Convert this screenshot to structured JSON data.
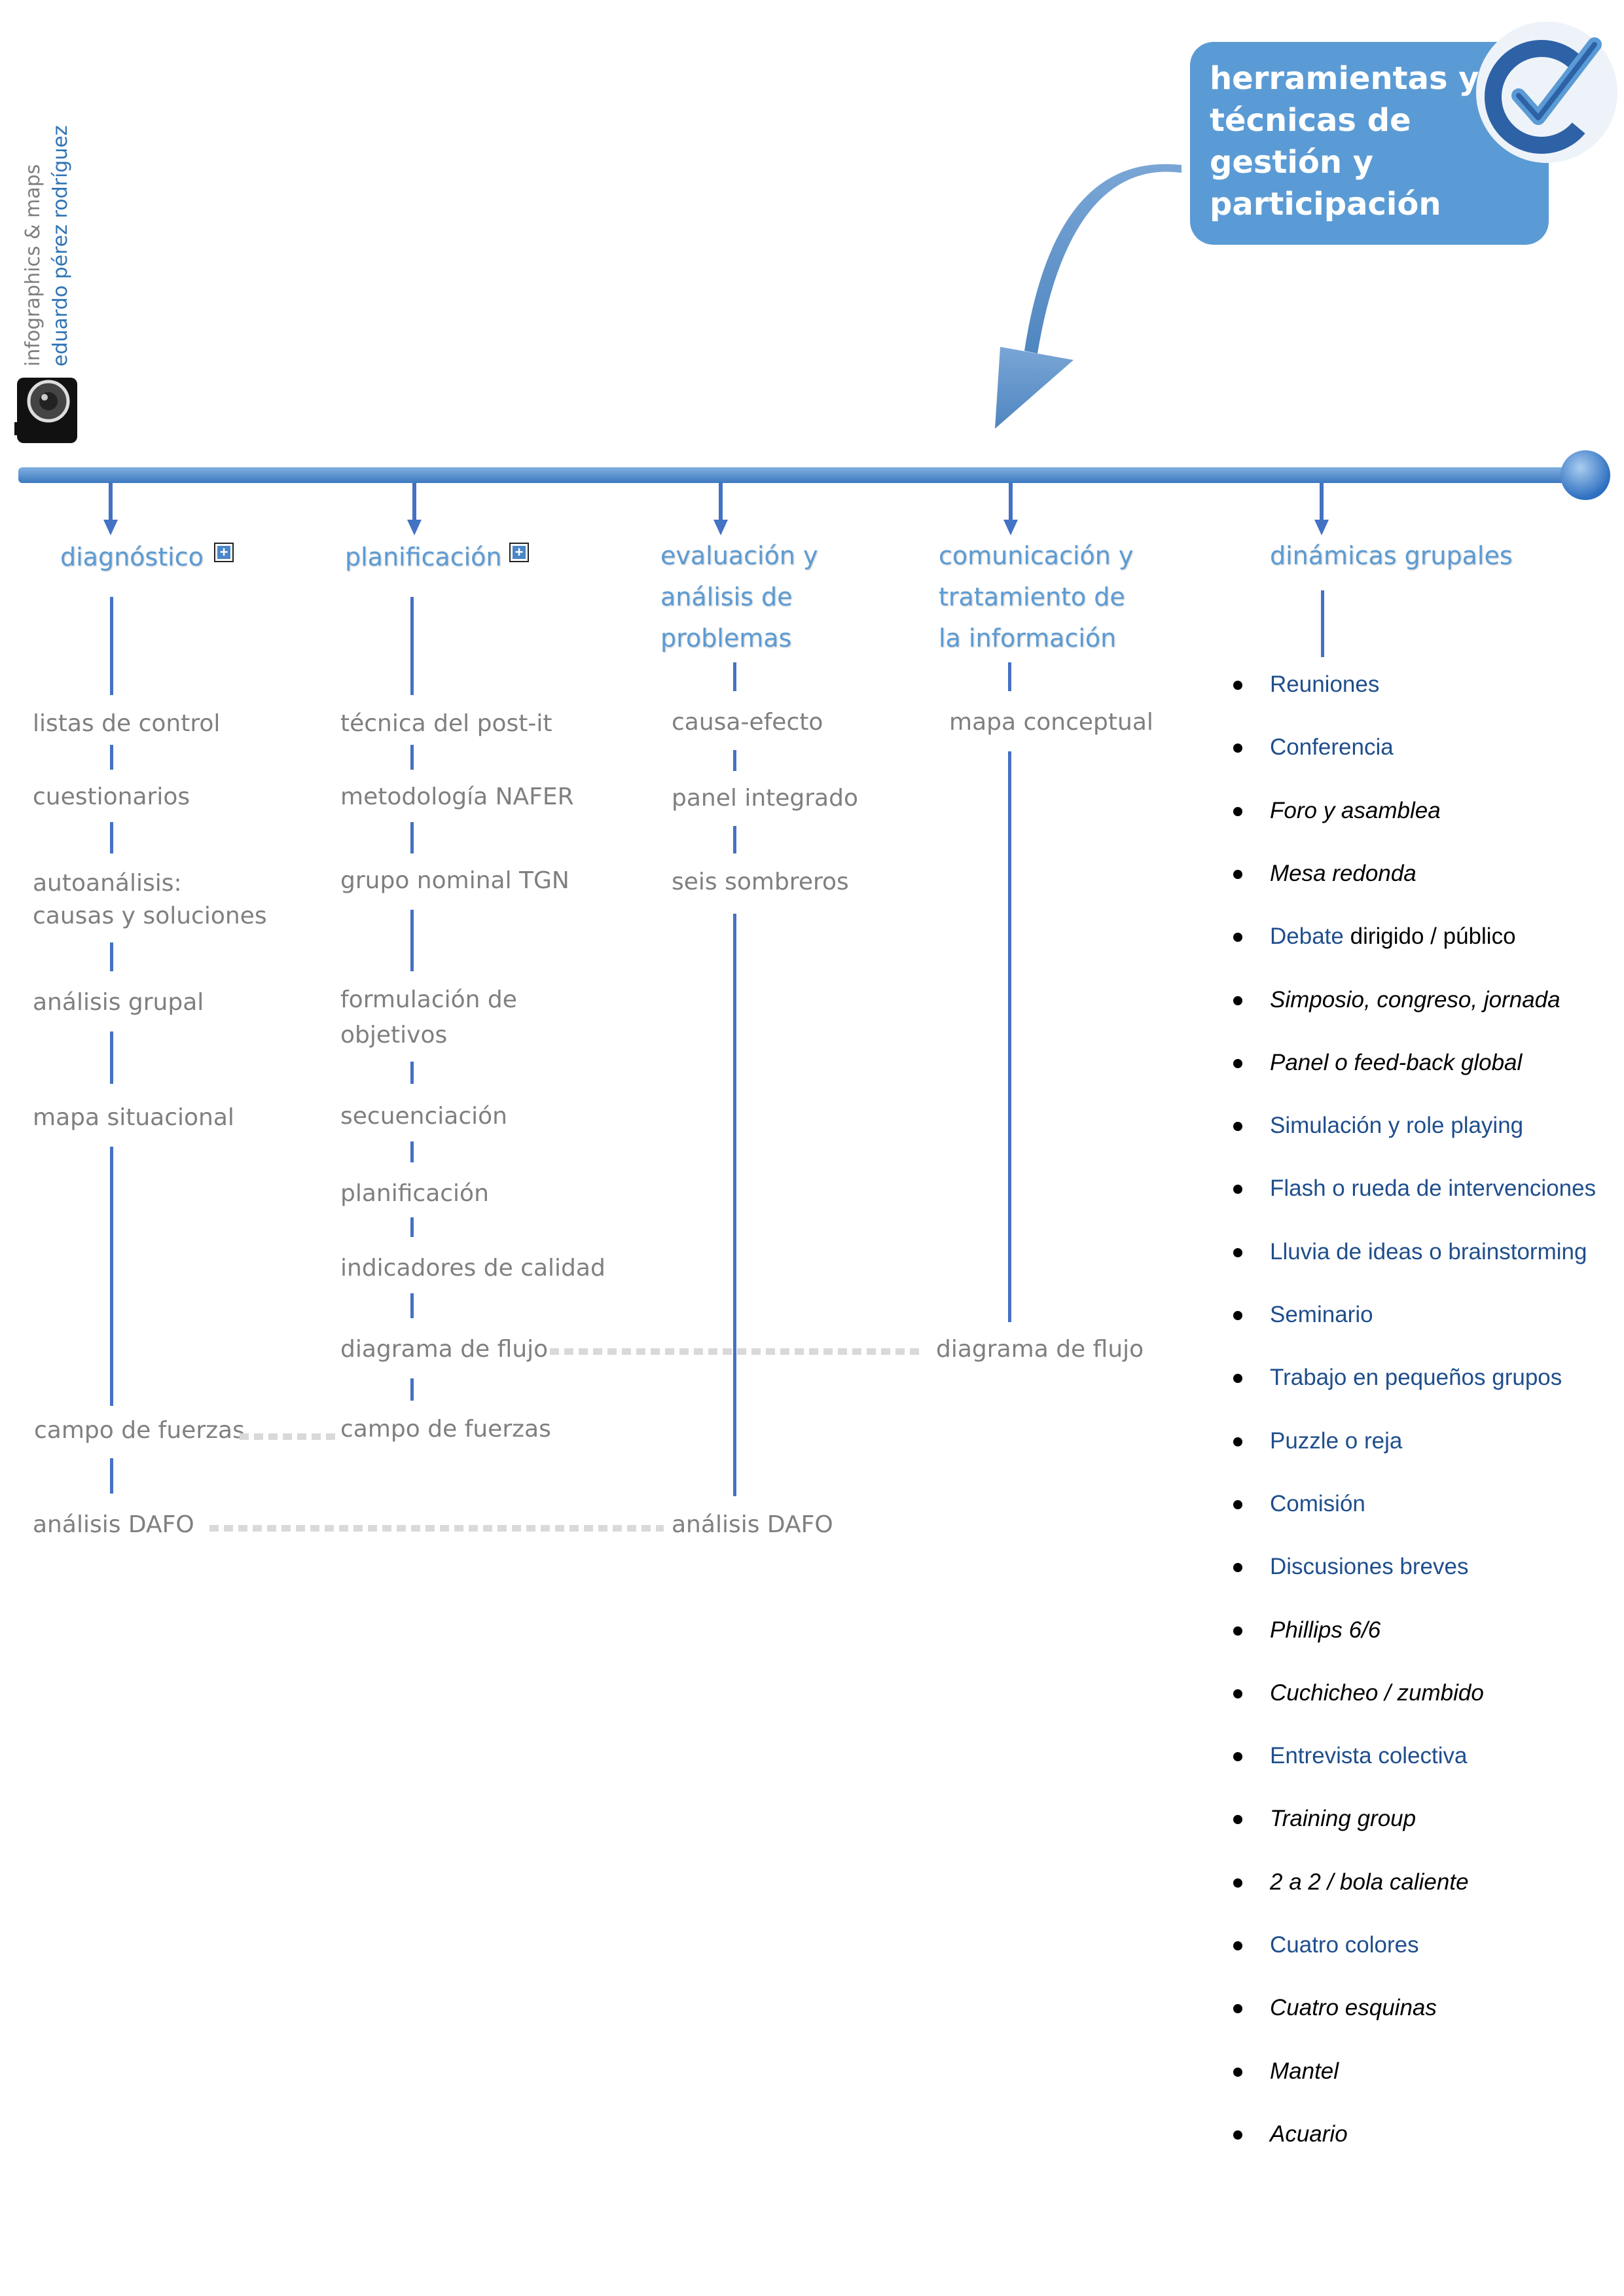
{
  "title_box": {
    "text_lines": [
      "herramientas y",
      "técnicas de",
      "gestión y",
      "participación"
    ]
  },
  "credits": {
    "line1": "infographics & maps",
    "line2": "eduardo pérez rodríguez"
  },
  "columns": {
    "diagnostico": {
      "heading": "diagnóstico",
      "items": [
        "listas de control",
        "cuestionarios",
        "autoanálisis:",
        "causas y soluciones",
        "análisis grupal",
        "mapa situacional",
        "campo de fuerzas",
        "análisis DAFO"
      ]
    },
    "planificacion": {
      "heading": "planificación",
      "items": [
        "técnica del post-it",
        "metodología NAFER",
        "grupo nominal TGN",
        "formulación de",
        "objetivos",
        "secuenciación",
        "planificación",
        "indicadores de calidad",
        "diagrama de flujo",
        "campo de fuerzas"
      ]
    },
    "evaluacion": {
      "heading_lines": [
        "evaluación y",
        "análisis de",
        "problemas"
      ],
      "items": [
        "causa-efecto",
        "panel integrado",
        "seis sombreros",
        "análisis DAFO"
      ]
    },
    "comunicacion": {
      "heading_lines": [
        "comunicación y",
        "tratamiento de",
        "la información"
      ],
      "items": [
        "mapa conceptual",
        "diagrama de flujo"
      ]
    },
    "dinamicas": {
      "heading": "dinámicas grupales",
      "items": [
        {
          "text": "Reuniones",
          "rest": ""
        },
        {
          "text": "Conferencia",
          "rest": ""
        },
        {
          "text": "Foro y asamblea",
          "rest": ""
        },
        {
          "text": "Mesa redonda",
          "rest": ""
        },
        {
          "text": "Debate",
          "rest": " dirigido / público"
        },
        {
          "text": "Simposio, congreso, jornada",
          "rest": ""
        },
        {
          "text": "Panel o feed-back global",
          "rest": ""
        },
        {
          "text": "Simulación y role playing",
          "rest": ""
        },
        {
          "text": "Flash o rueda de intervenciones",
          "rest": ""
        },
        {
          "text": "Lluvia de ideas o brainstorming",
          "rest": ""
        },
        {
          "text": "Seminario",
          "rest": ""
        },
        {
          "text": "Trabajo en pequeños grupos",
          "rest": ""
        },
        {
          "text": "Puzzle o reja",
          "rest": ""
        },
        {
          "text": "Comisión",
          "rest": ""
        },
        {
          "text": "Discusiones breves",
          "rest": ""
        },
        {
          "text": "Phillips 6/6",
          "rest": ""
        },
        {
          "text": "Cuchicheo / zumbido",
          "rest": ""
        },
        {
          "text": "Entrevista colectiva",
          "rest": ""
        },
        {
          "text": "Training group",
          "rest": ""
        },
        {
          "text": "2 a 2 / bola caliente",
          "rest": ""
        },
        {
          "text": "Cuatro colores",
          "rest": ""
        },
        {
          "text": "Cuatro esquinas",
          "rest": ""
        },
        {
          "text": "Mantel",
          "rest": ""
        },
        {
          "text": "Acuario",
          "rest": ""
        }
      ]
    }
  },
  "colors": {
    "heading_blue": "#5b9bd5",
    "line_blue": "#4472c4",
    "link_blue": "#1f4e8c",
    "item_gray": "#7f7f7f",
    "dash_gray": "#d9d9d9",
    "title_box_bg": "#5b9bd5"
  }
}
